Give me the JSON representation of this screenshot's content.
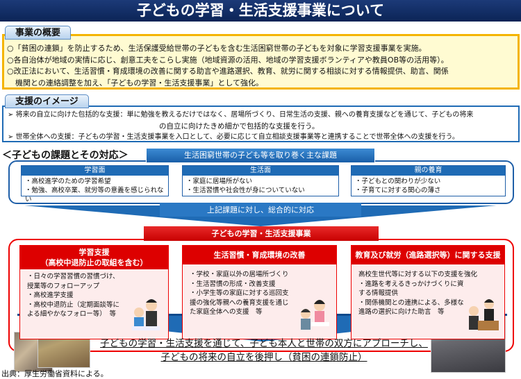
{
  "title": "子どもの学習・生活支援事業について",
  "overview": {
    "tab": "事業の概要",
    "lines": [
      "○「貧困の連鎖」を防止するため、生活保護受給世帯の子どもを含む生活困窮世帯の子どもを対象に学習支援事業を実施。",
      "○各自治体が地域の実情に応じ、創意工夫をこらし実施（地域資源の活用、地域の学習支援ボランティアや教員OB等の活用等）。",
      "○改正法において、生活習慣・育成環境の改善に関する助言や進路選択、教育、就労に関する相談に対する情報提供、助言、関係",
      "機関との連絡調整を加え、「子どもの学習・生活支援事業」として強化。"
    ]
  },
  "support_image": {
    "tab": "支援のイメージ",
    "lines": [
      "➢ 将来の自立に向けた包括的な支援：単に勉強を教えるだけではなく、居場所づくり、日常生活の支援、親への養育支援などを通じて、子どもの将来",
      "の自立に向けたきめ細かで包括的な支援を行う。",
      "➢ 世帯全体への支援：子どもの学習・生活支援事業を入口として、必要に応じて自立相談支援事業等と連携することで世帯全体への支援を行う。"
    ]
  },
  "issues": {
    "heading": "＜子どもの課題とその対応＞",
    "header": "生活困窮世帯の子ども等を取り巻く主な課題",
    "boxes": [
      {
        "title": "学習面",
        "items": [
          "・高校進学のための学習希望",
          "・勉強、高校卒業、就労等の意義を感じられない"
        ]
      },
      {
        "title": "生活面",
        "items": [
          "・家庭に居場所がない",
          "・生活習慣や社会性が身についていない"
        ]
      },
      {
        "title": "親の養育",
        "items": [
          "・子どもとの関わりが少ない",
          "・子育てに対する関心の薄さ"
        ]
      }
    ],
    "arrow_label": "上記課題に対し、総合的に対応"
  },
  "program": {
    "header": "子どもの学習・生活支援事業",
    "boxes": [
      {
        "title": "学習支援",
        "subtitle": "（高校中退防止の取組を含む）",
        "items": [
          "・日々の学習習慣の習慣づけ、授業等のフォローアップ",
          "・高校進学支援",
          "・高校中退防止（定期面談等による細やかなフォロー等）　等"
        ]
      },
      {
        "title": "生活習慣・育成環境の改善",
        "subtitle": "",
        "items": [
          "・学校・家庭以外の居場所づくり",
          "・生活習慣の形成・改善支援",
          "・小学生等の家庭に対する巡回支援の強化等親への養育支援を通じた家庭全体への支援　等"
        ]
      },
      {
        "title": "教育及び就労（進路選択等）に関する支援",
        "subtitle": "",
        "items": [
          "高校生世代等に対する以下の支援を強化",
          "・進路を考えるきっかけづくりに資する情報提供",
          "・関係機関との連携による、多様な進路の選択に向けた助言　等"
        ]
      }
    ]
  },
  "conclusion": [
    "子どもの学習・生活支援を通じて、子ども本人と世帯の双方にアプローチし、",
    "子どもの将来の自立を後押し（貧困の連鎖防止）"
  ],
  "source": "出典：厚生労働省資料による。"
}
